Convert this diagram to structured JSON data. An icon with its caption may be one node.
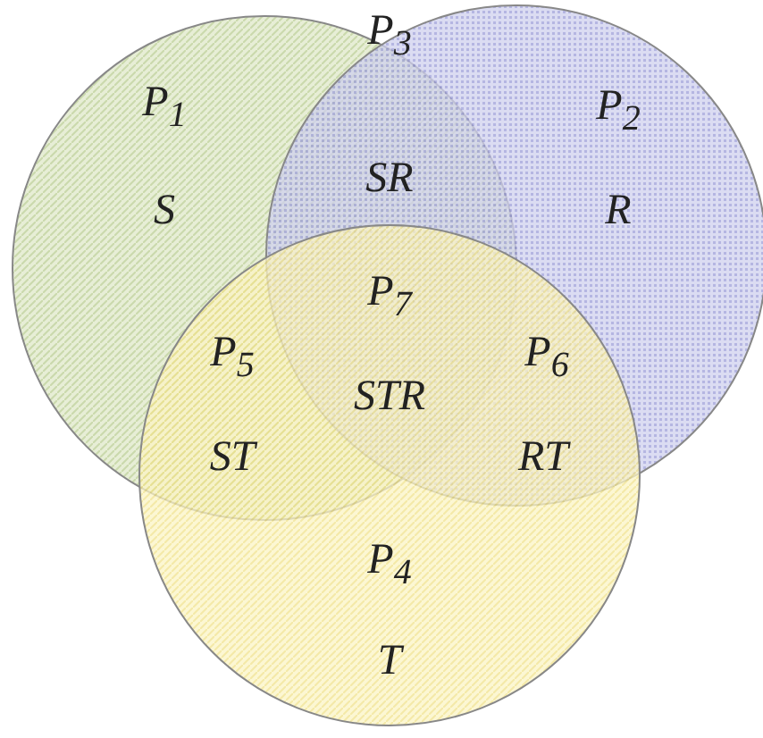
{
  "diagram": {
    "nodes": [
      {
        "text": [],
        "shape": "circle"
      },
      {
        "text": [],
        "shape": "circle"
      },
      {
        "text": [],
        "shape": "circle"
      }
    ],
    "edges": [],
    "labels": [
      "P$_{3}$",
      "P$_{1}$",
      "P$_{2}$",
      "S",
      "SR",
      "R",
      "P$_{7}$",
      "P$_{5}$",
      "P$_{6}$",
      "STR",
      "ST",
      "RT",
      "P$_{4}$",
      "T"
    ]
  }
}
